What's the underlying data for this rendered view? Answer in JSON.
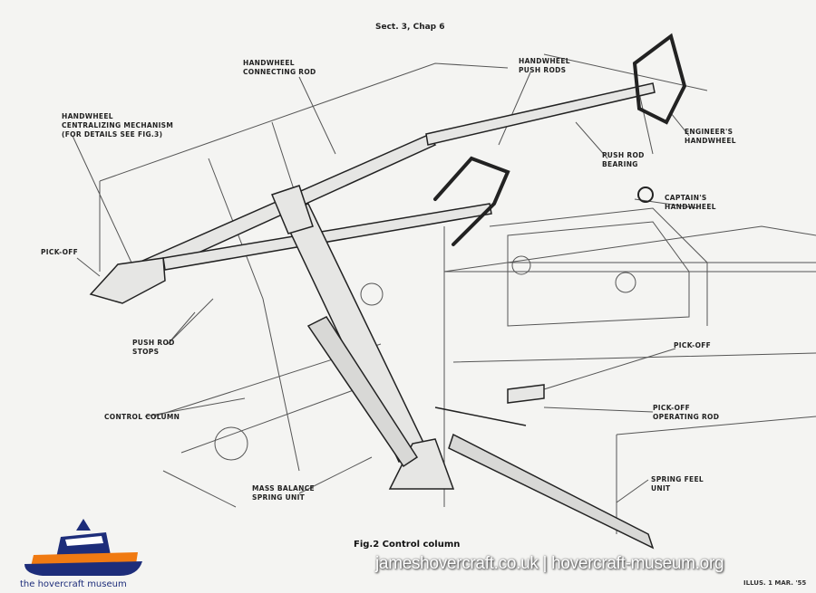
{
  "header": "Sect. 3, Chap 6",
  "labels": {
    "connecting_rod": "HANDWHEEL\nCONNECTING ROD",
    "push_rods": "HANDWHEEL\nPUSH RODS",
    "centralizing": "HANDWHEEL\nCENTRALIZING MECHANISM\n(FOR DETAILS SEE FIG.3)",
    "engineers": "ENGINEER'S\nHANDWHEEL",
    "push_rod_bearing": "PUSH ROD\nBEARING",
    "captains": "CAPTAIN'S\nHANDWHEEL",
    "pick_off_left": "PICK-OFF",
    "push_rod_stops": "PUSH ROD\nSTOPS",
    "pick_off_right": "PICK-OFF",
    "control_column": "CONTROL COLUMN",
    "pick_off_operating_rod": "PICK-OFF\nOPERATING ROD",
    "spring_feel": "SPRING FEEL\nUNIT",
    "mass_balance": "MASS BALANCE\nSPRING UNIT"
  },
  "caption": "Fig.2 Control column",
  "watermark": "jameshovercraft.co.uk | hovercraft-museum.org",
  "drawing_code": "ILLUS. 1 MAR. '55",
  "logo": {
    "text": "the hovercraft museum",
    "colors": {
      "hull": "#1d2d7a",
      "skirt": "#f07a12"
    }
  }
}
